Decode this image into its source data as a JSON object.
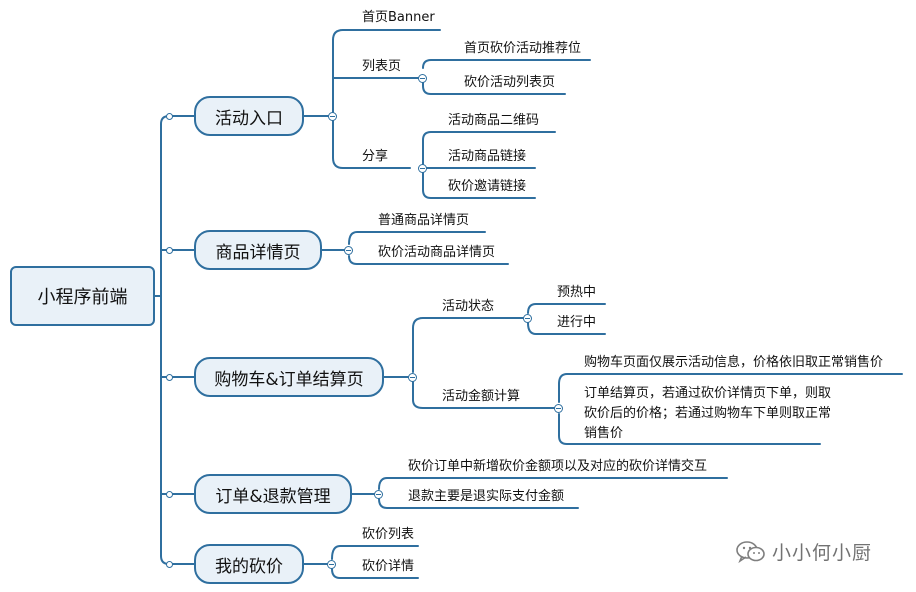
{
  "root": {
    "label": "小程序前端"
  },
  "branches": {
    "activity_entry": {
      "label": "活动入口",
      "banner": "首页Banner",
      "list_page": "列表页",
      "list_page_children": [
        "首页砍价活动推荐位",
        "砍价活动列表页"
      ],
      "share": "分享",
      "share_children": [
        "活动商品二维码",
        "活动商品链接",
        "砍价邀请链接"
      ]
    },
    "product_detail": {
      "label": "商品详情页",
      "children": [
        "普通商品详情页",
        "砍价活动商品详情页"
      ]
    },
    "cart_checkout": {
      "label": "购物车&订单结算页",
      "activity_status": "活动状态",
      "activity_status_children": [
        "预热中",
        "进行中"
      ],
      "amount_calc": "活动金额计算",
      "amount_calc_children": [
        "购物车页面仅展示活动信息，价格依旧取正常销售价",
        "订单结算页，若通过砍价详情页下单，则取砍价后的价格；若通过购物车下单则取正常销售价"
      ]
    },
    "order_refund": {
      "label": "订单&退款管理",
      "children": [
        "砍价订单中新增砍价金额项以及对应的砍价详情交互",
        "退款主要是退实际支付金额"
      ]
    },
    "my_bargain": {
      "label": "我的砍价",
      "children": [
        "砍价列表",
        "砍价详情"
      ]
    }
  },
  "watermark": {
    "text": "小小何小厨",
    "icon": "wechat-icon"
  },
  "colors": {
    "line": "#2f6f9f",
    "node_fill": "#e9f1f8"
  }
}
